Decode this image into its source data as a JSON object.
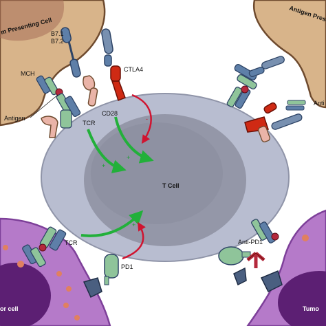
{
  "labels": {
    "apc_left": "m Presenting Cell",
    "apc_right": "Antigen Presen",
    "b71": "B7.1",
    "b72": "B7.2",
    "ctla4": "CTLA4",
    "mch": "MCH",
    "antigen_left": "Antigen",
    "cd28": "CD28",
    "tcr_top": "TCR",
    "t_cell": "T Cell",
    "anti_right": "Anti",
    "tcr_bottom": "TCR",
    "anti_pd1": "Anti-PD1",
    "pd1": "PD1",
    "tumor_left": "or cell",
    "tumor_right": "Tumo"
  },
  "signs": {
    "minus": "-",
    "plus": "+"
  },
  "colors": {
    "apc_fill": "#d8b48a",
    "apc_stroke": "#6e4a2e",
    "tumor_fill": "#b57ac9",
    "tumor_dark": "#7d3f99",
    "nucleus": "#5c1f73",
    "tcell_outer": "#b8bdd0",
    "tcell_inner": "#9497a8",
    "activation_arrow": "#22b03a",
    "inhibition_arrow": "#d01430",
    "ctla4_red": "#cf2a14",
    "receptor_blue": "#5e7fa8",
    "receptor_green": "#8fc49a",
    "receptor_pink": "#eab4a8"
  },
  "icons": [
    "b7-ligand-icon",
    "ctla4-receptor-icon",
    "cd28-receptor-icon",
    "tcr-receptor-icon",
    "mhc-molecule-icon",
    "antibody-icon",
    "pd1-receptor-icon",
    "pdl1-ligand-icon"
  ]
}
